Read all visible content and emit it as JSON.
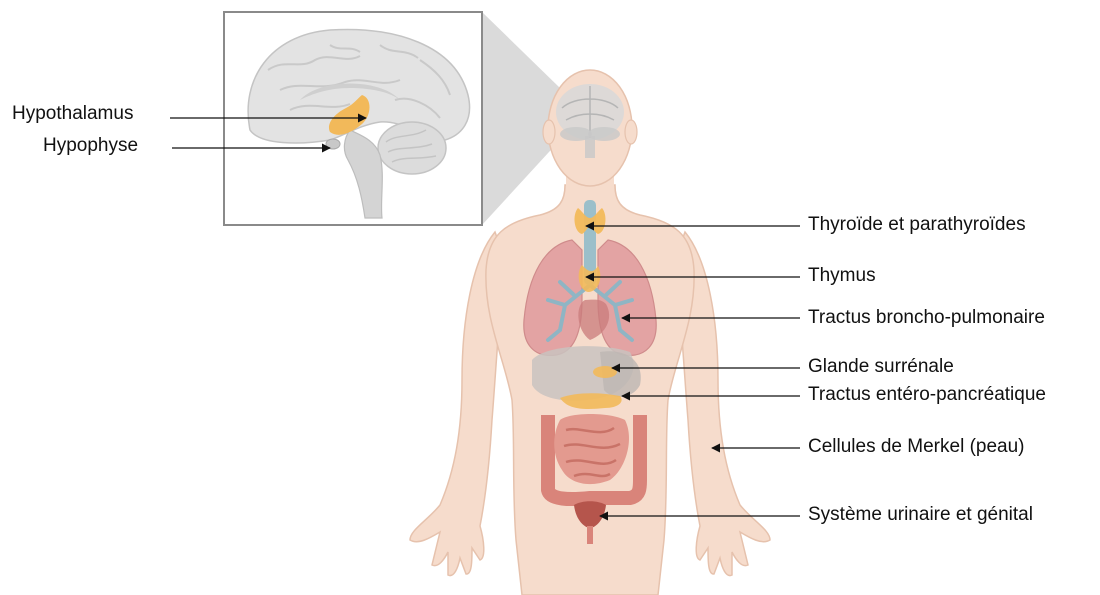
{
  "labels": {
    "hypothalamus": "Hypothalamus",
    "hypophyse": "Hypophyse",
    "thyroide": "Thyroïde et parathyroïdes",
    "thymus": "Thymus",
    "broncho": "Tractus broncho-pulmonaire",
    "surrenale": "Glande surrénale",
    "entero": "Tractus entéro-pancréatique",
    "merkel": "Cellules de Merkel (peau)",
    "urinaire": "Système urinaire et génital"
  },
  "colors": {
    "skin": "#f6dccc",
    "skin_outline": "#e6c2ad",
    "gland": "#f2b95a",
    "lung": "#e3a3a3",
    "intestine": "#d9847a",
    "brain": "#e3e3e3",
    "trachea": "#9bbfca"
  }
}
